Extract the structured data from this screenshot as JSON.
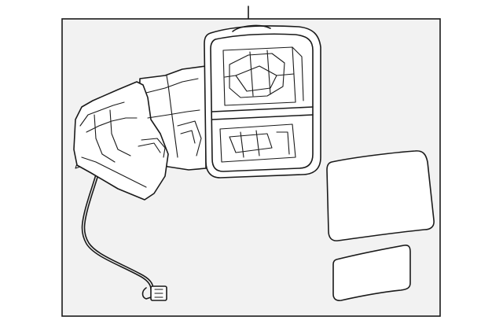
{
  "diagram": {
    "background_color": "#f2f2f2",
    "line_color": "#1a1a1a",
    "parts": [
      "mirror-assembly-housing",
      "mirror-frame",
      "main-mirror-glass",
      "lower-mirror-glass",
      "wiring-harness",
      "connector"
    ]
  }
}
